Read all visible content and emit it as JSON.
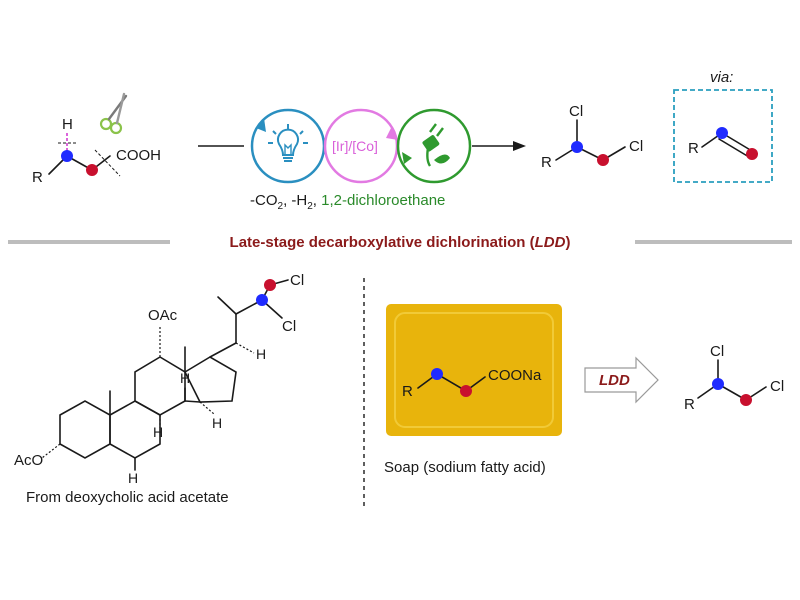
{
  "colors": {
    "blue_atom": "#1f2bff",
    "red_atom": "#c8102e",
    "magenta_h": "#cc22cc",
    "cycle_blue": "#2a8fc0",
    "cycle_pink": "#e27ae2",
    "cycle_green": "#2f9a2f",
    "title_red": "#8b1a1a",
    "divider_gray": "#bdbdbd",
    "via_box": "#2a9fbf",
    "soap_yellow": "#e8b40c"
  },
  "icons": [
    "scissors-icon",
    "lightbulb-icon",
    "electric-plug-leaf-icon",
    "hollow-arrow-icon"
  ],
  "top": {
    "substrate": {
      "h": "H",
      "r": "R",
      "acid": "COOH"
    },
    "catalyst": "[Ir]/[Co]",
    "conditions": {
      "co2": "-CO",
      "co2_sub": "2",
      "h2": ", -H",
      "h2_sub": "2",
      "sep": ", ",
      "reagent": "1,2-dichloroethane"
    },
    "product": {
      "r": "R",
      "cl1": "Cl",
      "cl2": "Cl"
    },
    "via": {
      "label": "via:",
      "r": "R"
    }
  },
  "divider_title": {
    "main": "Late-stage decarboxylative dichlorination (",
    "abbr": "LDD",
    "close": ")"
  },
  "steroid": {
    "oac": "OAc",
    "aco": "AcO",
    "h_c20": "H",
    "h_c9": "H",
    "h_c8": "H",
    "h_c14": "H",
    "h_c5": "H",
    "cl1": "Cl",
    "cl2": "Cl",
    "caption": "From deoxycholic acid acetate"
  },
  "soap": {
    "r": "R",
    "acid": "COONa",
    "caption": "Soap (sodium fatty acid)",
    "arrow_label": "LDD",
    "product": {
      "r": "R",
      "cl1": "Cl",
      "cl2": "Cl"
    }
  }
}
